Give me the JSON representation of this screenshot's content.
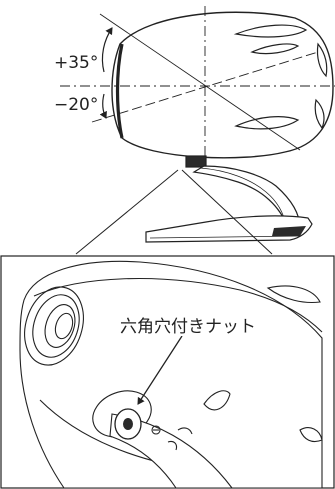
{
  "angles": {
    "upper": "+35°",
    "lower": "−20°"
  },
  "callout": {
    "label": "六角穴付きナット"
  },
  "colors": {
    "line": "#222222",
    "dark_part": "#2b2b2b",
    "background": "#ffffff"
  }
}
